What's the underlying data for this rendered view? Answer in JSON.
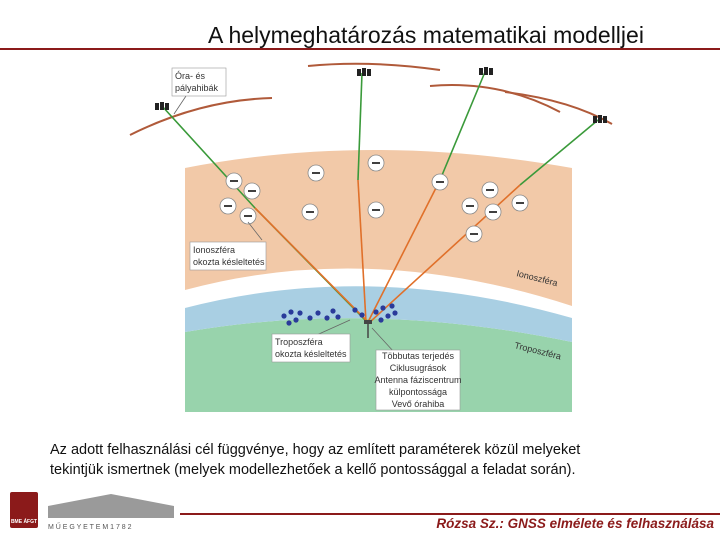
{
  "slide": {
    "title": "A helymeghatározás matematikai modelljei",
    "caption_line1": "Az adott felhasználási cél függvénye, hogy az említett paraméterek közül melyeket",
    "caption_line2": "tekintjük ismertnek (melyek modellezhetőek a kellő pontossággal a feladat során).",
    "footer": "Rózsa Sz.: GNSS elmélete és felhasználása",
    "logo_bar_text": "M Ű E G Y E T E M   1 7 8 2",
    "logo_badge_text": "BME ÁFGT"
  },
  "diagram": {
    "label_clock_orbit_1": "Óra- és",
    "label_clock_orbit_2": "pályahibák",
    "label_iono_delay_1": "Ionoszféra",
    "label_iono_delay_2": "okozta késleltetés",
    "label_ionosphere": "Ionoszféra",
    "label_tropo_delay_1": "Troposzféra",
    "label_tropo_delay_2": "okozta késleltetés",
    "label_troposphere": "Troposzféra",
    "receiver_errors": [
      "Többutas terjedés",
      "Ciklusugrások",
      "Antenna fáziscentrum",
      "külpontossága",
      "Vevő órahiba"
    ],
    "electron_symbol": "–",
    "colors": {
      "ionosphere": "#f2c9a8",
      "troposphere": "#a9cfe3",
      "ground": "#98d3ac",
      "orbit_line": "#b05a3a",
      "signal_green": "#3a9a3a",
      "signal_orange": "#e0702a",
      "accent": "#8b1a1a"
    }
  }
}
